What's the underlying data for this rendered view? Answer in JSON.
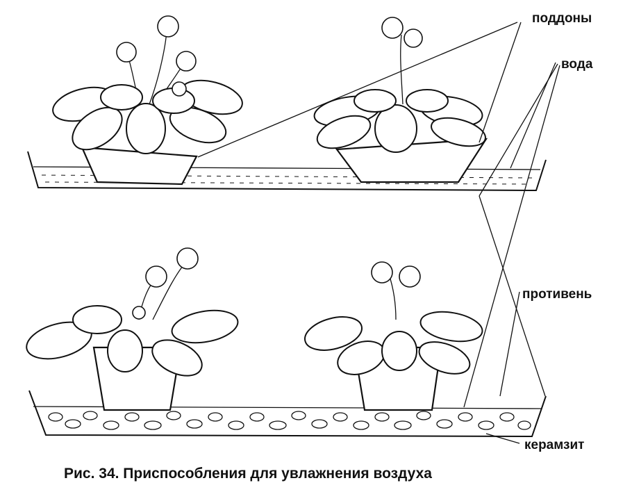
{
  "labels": {
    "trays": "поддоны",
    "water": "вода",
    "baking_sheet": "противень",
    "expanded_clay": "керамзит"
  },
  "caption": "Рис. 34. Приспособления для увлажнения воздуха"
}
